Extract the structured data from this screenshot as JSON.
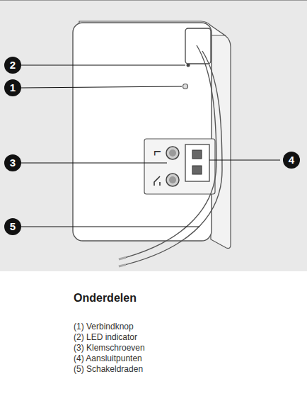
{
  "diagram": {
    "title": "Onderdelen",
    "labels": [
      "2",
      "1",
      "L",
      "3",
      "4",
      "5",
      "(1) Verbindknop",
      "(2) LED indicator",
      "(3) Klemschroeven",
      "(4) Aansluitpunten",
      "(5) Schakeldraden"
    ]
  }
}
